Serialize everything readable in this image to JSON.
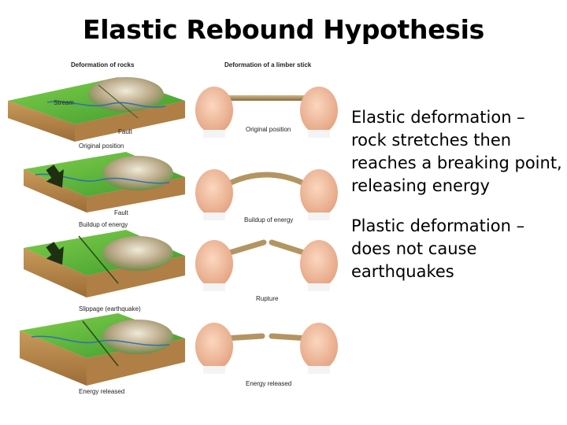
{
  "title": "Elastic Rebound Hypothesis",
  "figure": {
    "left_heading": "Deformation of rocks",
    "right_heading": "Deformation of a limber stick",
    "left_labels": {
      "stream": "Stream",
      "fault1": "Fault",
      "original": "Original position",
      "fault2": "Fault",
      "buildup": "Buildup of energy",
      "slippage": "Slippage (earthquake)",
      "released": "Energy released"
    },
    "right_labels": {
      "original": "Original position",
      "buildup": "Buildup of energy",
      "rupture": "Rupture",
      "released": "Energy released"
    }
  },
  "bullets": [
    "Elastic deformation – rock stretches then reaches a breaking point, releasing energy",
    "Plastic deformation – does not cause earthquakes"
  ]
}
